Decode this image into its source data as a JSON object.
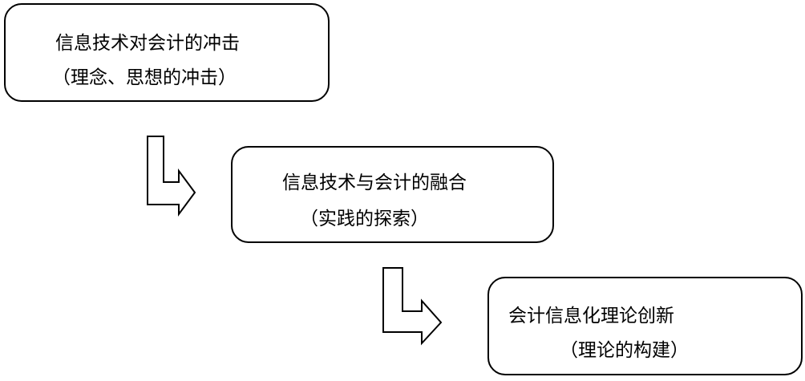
{
  "steps": [
    {
      "title": "信息技术对会计的冲击",
      "subtitle": "（理念、思想的冲击）"
    },
    {
      "title": "信息技术与会计的融合",
      "subtitle": "（实践的探索）"
    },
    {
      "title": "会计信息化理论创新",
      "subtitle": "（理论的构建）"
    }
  ]
}
